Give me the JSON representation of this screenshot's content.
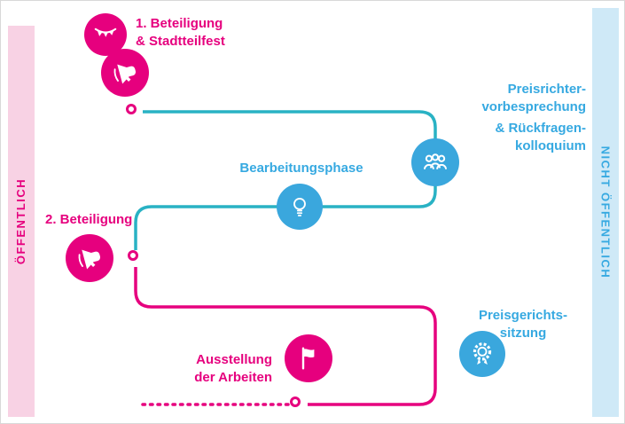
{
  "bands": {
    "left": {
      "label": "ÖFFENTLICH",
      "text_color": "#e6007e",
      "bg": "#f8d2e4"
    },
    "right": {
      "label": "NICHT ÖFFENTLICH",
      "text_color": "#36a9e1",
      "bg": "#cfe9f7"
    }
  },
  "steps": {
    "participation1": {
      "line1": "1. Beteiligung",
      "line2": "& Stadtteilfest"
    },
    "jury_briefing": {
      "line1": "Preisrichter-",
      "line2": "vorbesprechung",
      "line3": "& Rückfragen-",
      "line4": "kolloquium"
    },
    "working_phase": {
      "label": "Bearbeitungsphase"
    },
    "participation2": {
      "label": "2. Beteiligung"
    },
    "jury_session": {
      "line1": "Preisgerichts-",
      "line2": "sitzung"
    },
    "exhibition": {
      "line1": "Ausstellung",
      "line2": "der Arbeiten"
    }
  },
  "icons": {
    "festival": "garland-icon",
    "participation1": "megaphone-icon",
    "jury_briefing": "people-icon",
    "working_phase": "lightbulb-icon",
    "participation2": "megaphone-icon",
    "jury_session": "medal-icon",
    "exhibition": "flag-icon"
  },
  "colors": {
    "pink": "#e6007e",
    "blue": "#3aa7dd",
    "teal_line": "#29b2c4",
    "pink_band_bg": "#f8d2e4",
    "blue_band_bg": "#cfe9f7"
  }
}
